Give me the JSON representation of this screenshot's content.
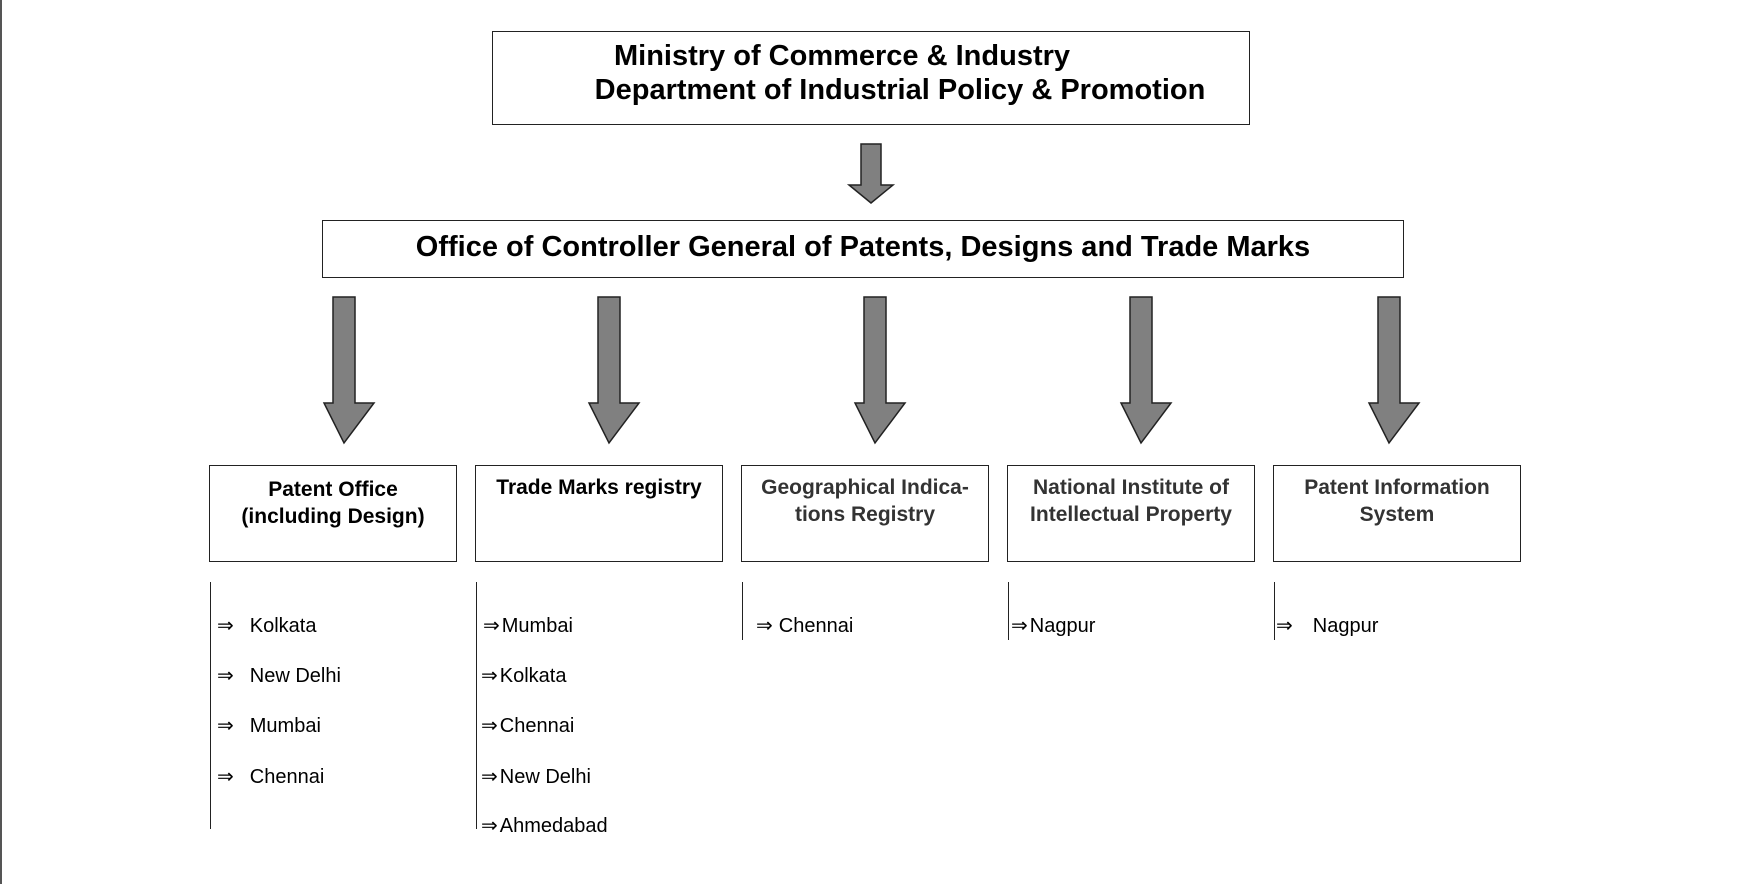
{
  "ministry": {
    "line1": "Ministry of Commerce & Industry",
    "line2": "Department of Industrial Policy & Promotion"
  },
  "controller": "Office of Controller General of Patents, Designs and Trade Marks",
  "arrow_symbol": "⇒",
  "colors": {
    "arrow_fill": "#808080",
    "arrow_stroke": "#222222",
    "box_border": "#222222"
  },
  "units": [
    {
      "title": "Patent Office\n(including Design)",
      "locations": [
        "Kolkata",
        "New Delhi",
        "Mumbai",
        "Chennai"
      ]
    },
    {
      "title": "Trade Marks registry",
      "locations": [
        "Mumbai",
        "Kolkata",
        "Chennai",
        "New Delhi",
        "Ahmedabad"
      ]
    },
    {
      "title": "Geographical Indica-\ntions Registry",
      "locations": [
        "Chennai"
      ]
    },
    {
      "title": "National Institute of\nIntellectual Property",
      "locations": [
        "Nagpur"
      ]
    },
    {
      "title": "Patent Information\nSystem",
      "locations": [
        "Nagpur"
      ]
    }
  ]
}
